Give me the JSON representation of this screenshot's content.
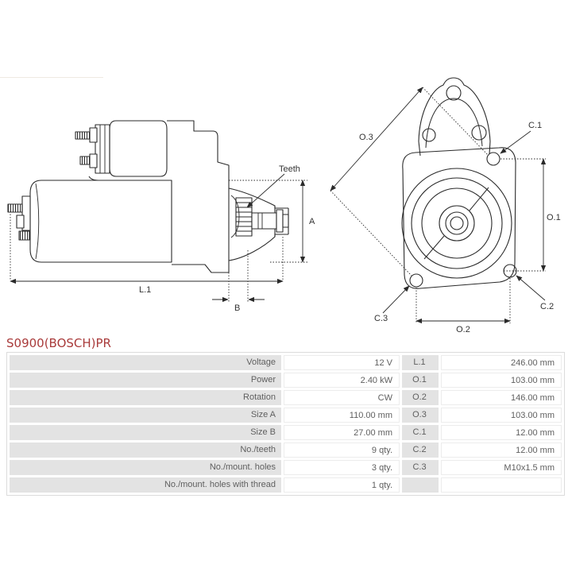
{
  "title": {
    "text": "S0900(BOSCH)PR",
    "color": "#a93b3b"
  },
  "drawing": {
    "side_view": {
      "labels": {
        "teeth": "Teeth",
        "a": "A",
        "b": "B",
        "l1": "L.1"
      }
    },
    "front_view": {
      "labels": {
        "o1": "O.1",
        "o2": "O.2",
        "o3": "O.3",
        "c1": "C.1",
        "c2": "C.2",
        "c3": "C.3"
      }
    }
  },
  "spec_table": {
    "rows": [
      {
        "label": "Voltage",
        "value": "12 V",
        "label2": "L.1",
        "value2": "246.00 mm"
      },
      {
        "label": "Power",
        "value": "2.40 kW",
        "label2": "O.1",
        "value2": "103.00 mm"
      },
      {
        "label": "Rotation",
        "value": "CW",
        "label2": "O.2",
        "value2": "146.00 mm"
      },
      {
        "label": "Size A",
        "value": "110.00 mm",
        "label2": "O.3",
        "value2": "103.00 mm"
      },
      {
        "label": "Size B",
        "value": "27.00 mm",
        "label2": "C.1",
        "value2": "12.00 mm"
      },
      {
        "label": "No./teeth",
        "value": "9 qty.",
        "label2": "C.2",
        "value2": "12.00 mm"
      },
      {
        "label": "No./mount. holes",
        "value": "3 qty.",
        "label2": "C.3",
        "value2": "M10x1.5 mm"
      },
      {
        "label": "No./mount. holes with thread",
        "value": "1 qty.",
        "label2": "",
        "value2": ""
      }
    ]
  },
  "colors": {
    "line": "#2a2a2a",
    "title_red": "#a93b3b",
    "label_cell_bg": "#e3e3e3",
    "value_cell_bg": "#ffffff",
    "table_border": "#dcdcdc",
    "table_text": "#5f5f5f"
  }
}
